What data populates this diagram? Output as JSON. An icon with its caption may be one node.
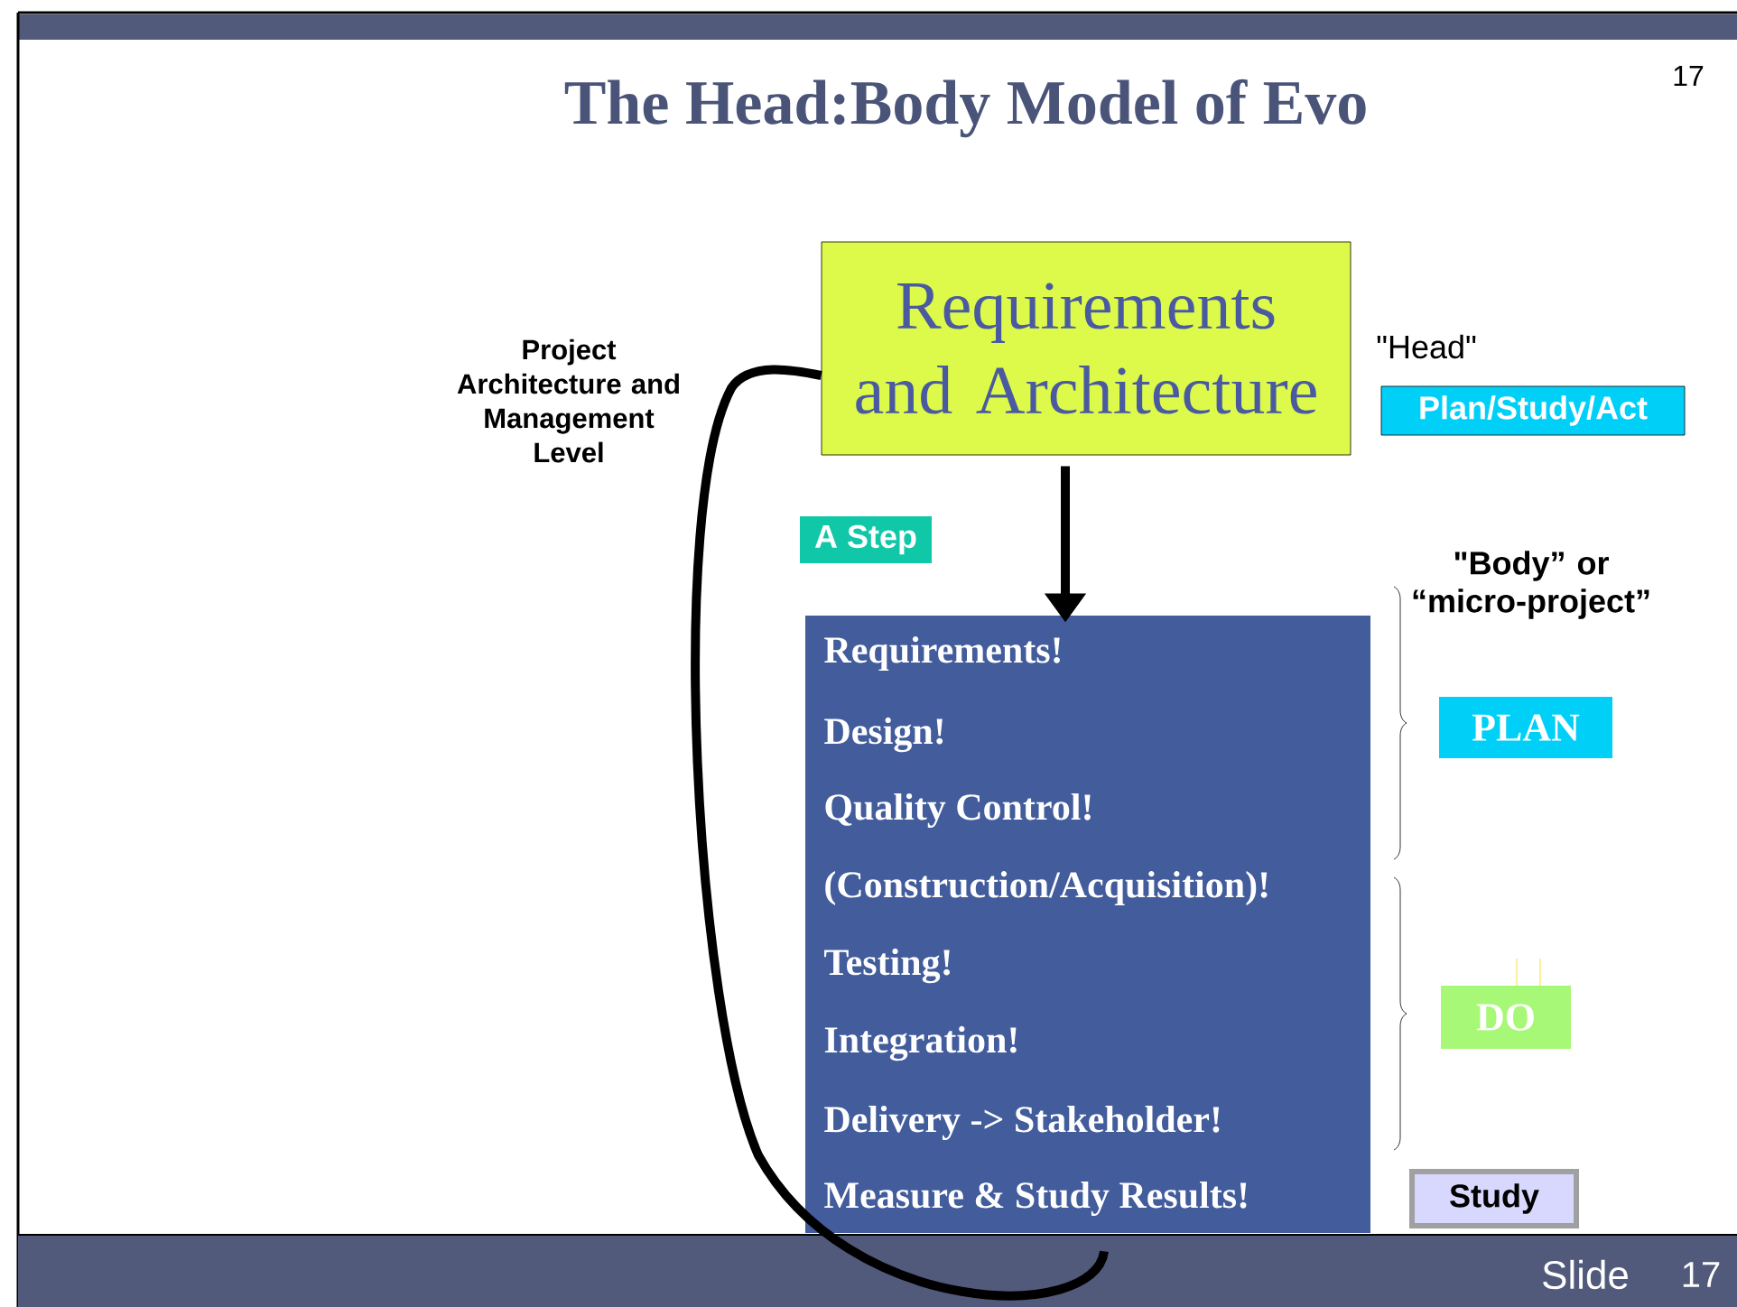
{
  "diagram": {
    "title": "The Head:Body Model of Evo",
    "nodes": [
      {
        "text": [
          "Requirements and Architecture"
        ]
      },
      {
        "text": [
          "Plan/Study/Act"
        ]
      },
      {
        "text": [
          "A Step"
        ]
      },
      {
        "text": [
          "Requirements!",
          "Design!",
          "Quality Control!",
          "(Construction/Acquisition)!",
          "Testing!",
          "Integration!",
          "Delivery -> Stakeholder!",
          "Measure  & Study Results!"
        ]
      },
      {
        "text": [
          "PLAN"
        ]
      },
      {
        "text": [
          "DO"
        ]
      },
      {
        "text": [
          "Study"
        ]
      }
    ],
    "edges": [
      {
        "from": 0,
        "to": 3,
        "arrow": "to"
      },
      {
        "from": 3,
        "to": 0,
        "arrow": "none"
      }
    ],
    "labels": [
      "17",
      "Project Architecture and Management Level",
      "\"Head\"",
      "\"Body” or “micro-project”",
      "Slide",
      "17"
    ]
  }
}
